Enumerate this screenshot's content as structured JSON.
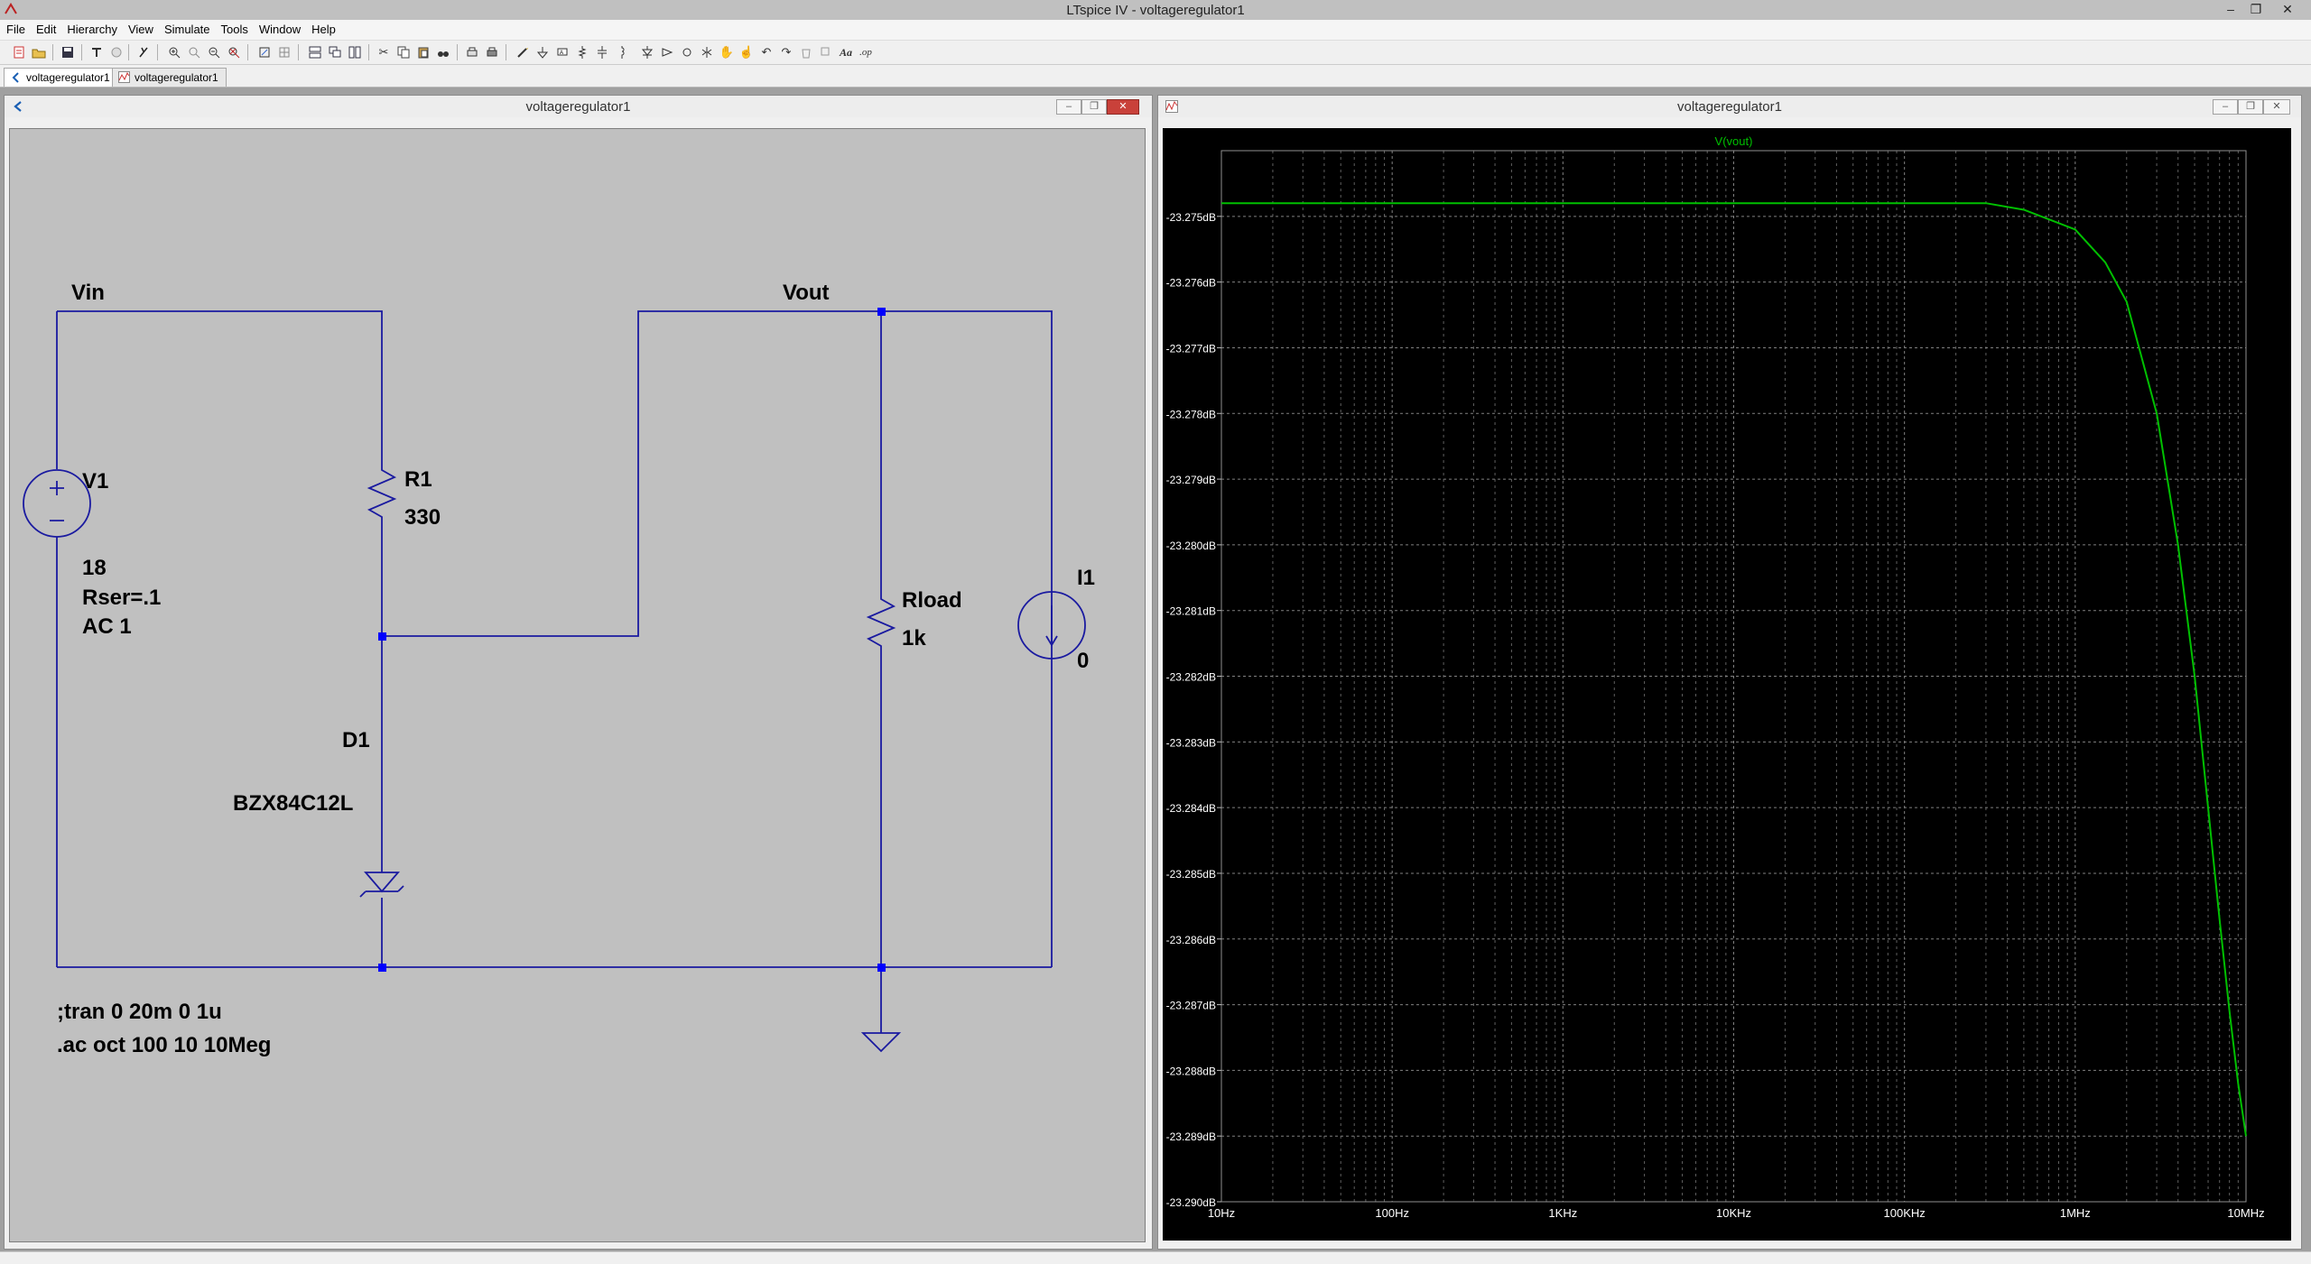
{
  "app": {
    "window_title": "LTspice IV - voltageregulator1",
    "minimize": "–",
    "maximize": "❐",
    "close": "✕"
  },
  "menu": [
    "File",
    "Edit",
    "Hierarchy",
    "View",
    "Simulate",
    "Tools",
    "Window",
    "Help"
  ],
  "tabs": [
    {
      "label": "voltageregulator1",
      "kind": "schematic"
    },
    {
      "label": "voltageregulator1",
      "kind": "waveform"
    }
  ],
  "schematic_window": {
    "title": "voltageregulator1",
    "labels": {
      "vin": "Vin",
      "vout": "Vout",
      "r1_name": "R1",
      "r1_value": "330",
      "v1_name": "V1",
      "v1_value": "18",
      "v1_rser": "Rser=.1",
      "v1_ac": "AC 1",
      "d1_name": "D1",
      "d1_model": "BZX84C12L",
      "rload_name": "Rload",
      "rload_value": "1k",
      "i1_name": "I1",
      "i1_value": "0",
      "directive_tran": ";tran 0 20m 0 1u",
      "directive_ac": ".ac oct 100 10 10Meg"
    },
    "colors": {
      "background": "#c0c0c0",
      "wire": "#1a1aa0",
      "junction": "#0000ff",
      "text": "#000000"
    }
  },
  "waveform_window": {
    "title": "voltageregulator1",
    "colors": {
      "background": "#000000",
      "trace": "#00c000",
      "grid": "#808080",
      "axis_text": "#ffffff"
    }
  },
  "chart_data": {
    "type": "line",
    "title": "",
    "series": [
      {
        "name": "V(vout)",
        "x": [
          10,
          100,
          1000,
          10000,
          100000,
          300000,
          500000,
          1000000,
          1500000,
          2000000,
          3000000,
          4000000,
          5000000,
          6000000,
          7000000,
          8000000,
          9000000,
          10000000
        ],
        "y": [
          -23.2748,
          -23.2748,
          -23.2748,
          -23.2748,
          -23.2748,
          -23.2748,
          -23.2749,
          -23.2752,
          -23.2757,
          -23.2763,
          -23.278,
          -23.28,
          -23.282,
          -23.284,
          -23.2857,
          -23.2871,
          -23.2882,
          -23.289
        ]
      }
    ],
    "x_scale": "log",
    "xlim": [
      10,
      10000000
    ],
    "ylim": [
      -23.29,
      -23.274
    ],
    "x_ticks": [
      {
        "v": 10,
        "label": "10Hz"
      },
      {
        "v": 100,
        "label": "100Hz"
      },
      {
        "v": 1000,
        "label": "1KHz"
      },
      {
        "v": 10000,
        "label": "10KHz"
      },
      {
        "v": 100000,
        "label": "100KHz"
      },
      {
        "v": 1000000,
        "label": "1MHz"
      },
      {
        "v": 10000000,
        "label": "10MHz"
      }
    ],
    "y_ticks": [
      {
        "v": -23.275,
        "label": "-23.275dB"
      },
      {
        "v": -23.276,
        "label": "-23.276dB"
      },
      {
        "v": -23.277,
        "label": "-23.277dB"
      },
      {
        "v": -23.278,
        "label": "-23.278dB"
      },
      {
        "v": -23.279,
        "label": "-23.279dB"
      },
      {
        "v": -23.28,
        "label": "-23.280dB"
      },
      {
        "v": -23.281,
        "label": "-23.281dB"
      },
      {
        "v": -23.282,
        "label": "-23.282dB"
      },
      {
        "v": -23.283,
        "label": "-23.283dB"
      },
      {
        "v": -23.284,
        "label": "-23.284dB"
      },
      {
        "v": -23.285,
        "label": "-23.285dB"
      },
      {
        "v": -23.286,
        "label": "-23.286dB"
      },
      {
        "v": -23.287,
        "label": "-23.287dB"
      },
      {
        "v": -23.288,
        "label": "-23.288dB"
      },
      {
        "v": -23.289,
        "label": "-23.289dB"
      },
      {
        "v": -23.29,
        "label": "-23.290dB"
      }
    ],
    "grid": true,
    "legend": "top-center"
  }
}
